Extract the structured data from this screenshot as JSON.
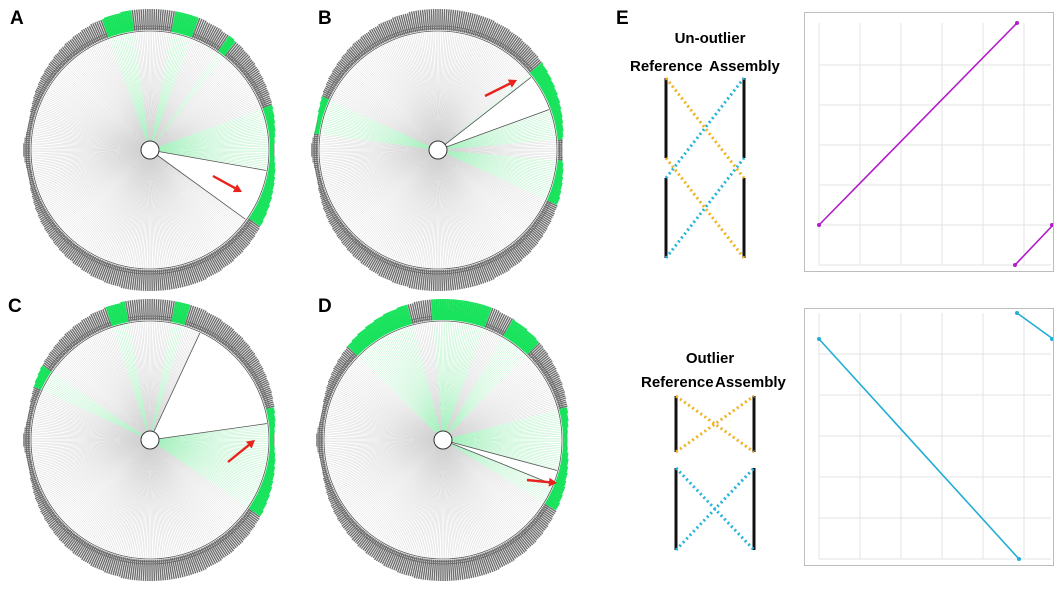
{
  "panel_labels": {
    "a": "A",
    "b": "B",
    "c": "C",
    "d": "D",
    "e": "E"
  },
  "panel_e": {
    "top": {
      "title": "Un-outlier",
      "ref_label": "Reference",
      "asm_label": "Assembly"
    },
    "bottom": {
      "title": "Outlier",
      "ref_label": "Reference",
      "asm_label": "Assembly"
    }
  },
  "colors": {
    "green_highlight": "#19e35c",
    "green_branch": "#a8f0c0",
    "tree_grey": "#6e6e6e",
    "arrow_red": "#e8231b",
    "orange_dotted": "#f2b01e",
    "blue_dotted": "#25b3d9",
    "purple_line": "#b21bc9",
    "cyan_line": "#22aed6"
  }
}
